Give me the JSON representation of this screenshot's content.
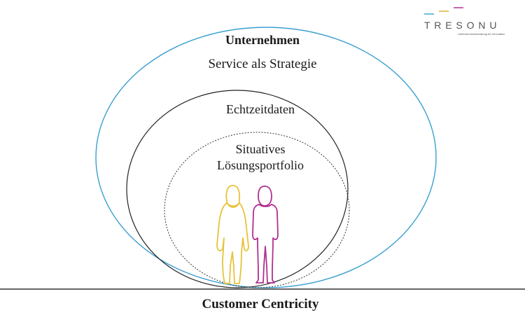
{
  "logo": {
    "name": "T R E S O N U",
    "tagline": "Unternehmensberatung für Innovation",
    "colors": [
      "#3aa8d8",
      "#e0b030",
      "#b0308f"
    ]
  },
  "diagram": {
    "outer_label": "Unternehmen",
    "outer_sublabel": "Service als Strategie",
    "middle_label": "Echtzeitdaten",
    "inner_label_line1": "Situatives",
    "inner_label_line2": "Lösungsportfolio",
    "baseline_label": "Customer Centricity",
    "colors": {
      "outer_ring": "#3a9fd0",
      "middle_ring": "#222222",
      "inner_ring": "#333333",
      "woman": "#e6c33a",
      "man": "#b0308f"
    }
  }
}
